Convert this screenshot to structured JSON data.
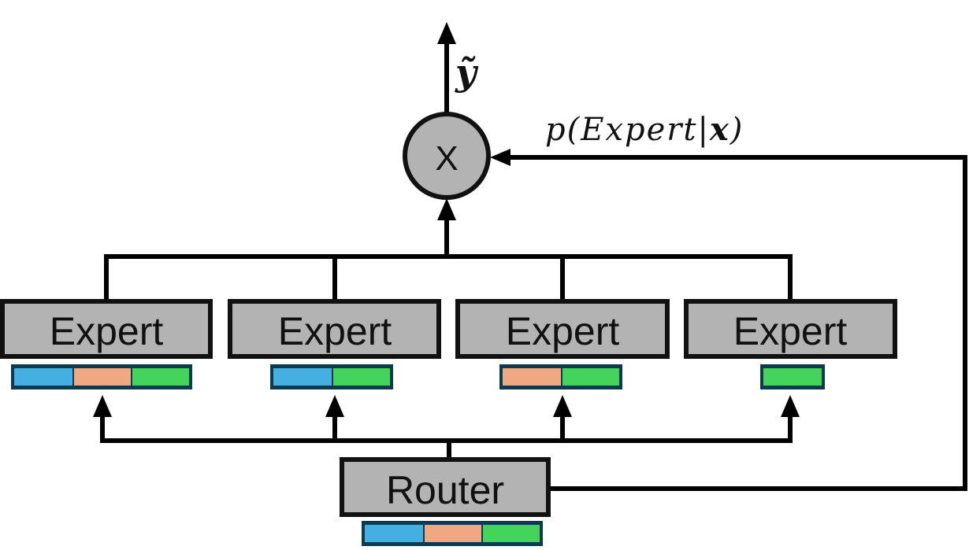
{
  "colors": {
    "box_fill": "#b3b3b3",
    "stroke": "#111111",
    "line": "#000000",
    "token_border": "#0d3a4f",
    "token_blue": "#44afe0",
    "token_orange": "#f0a882",
    "token_green": "#44d35b"
  },
  "output": {
    "label": "ỹ"
  },
  "combiner": {
    "symbol": "X"
  },
  "router": {
    "label": "Router",
    "tokens": [
      "blue",
      "orange",
      "green"
    ]
  },
  "gate": {
    "prefix": "p(Expert|",
    "var": "x",
    "suffix": ")"
  },
  "experts": [
    {
      "label": "Expert",
      "tokens": [
        "blue",
        "orange",
        "green"
      ]
    },
    {
      "label": "Expert",
      "tokens": [
        "blue",
        "green"
      ]
    },
    {
      "label": "Expert",
      "tokens": [
        "orange",
        "green"
      ]
    },
    {
      "label": "Expert",
      "tokens": [
        "green"
      ]
    }
  ]
}
